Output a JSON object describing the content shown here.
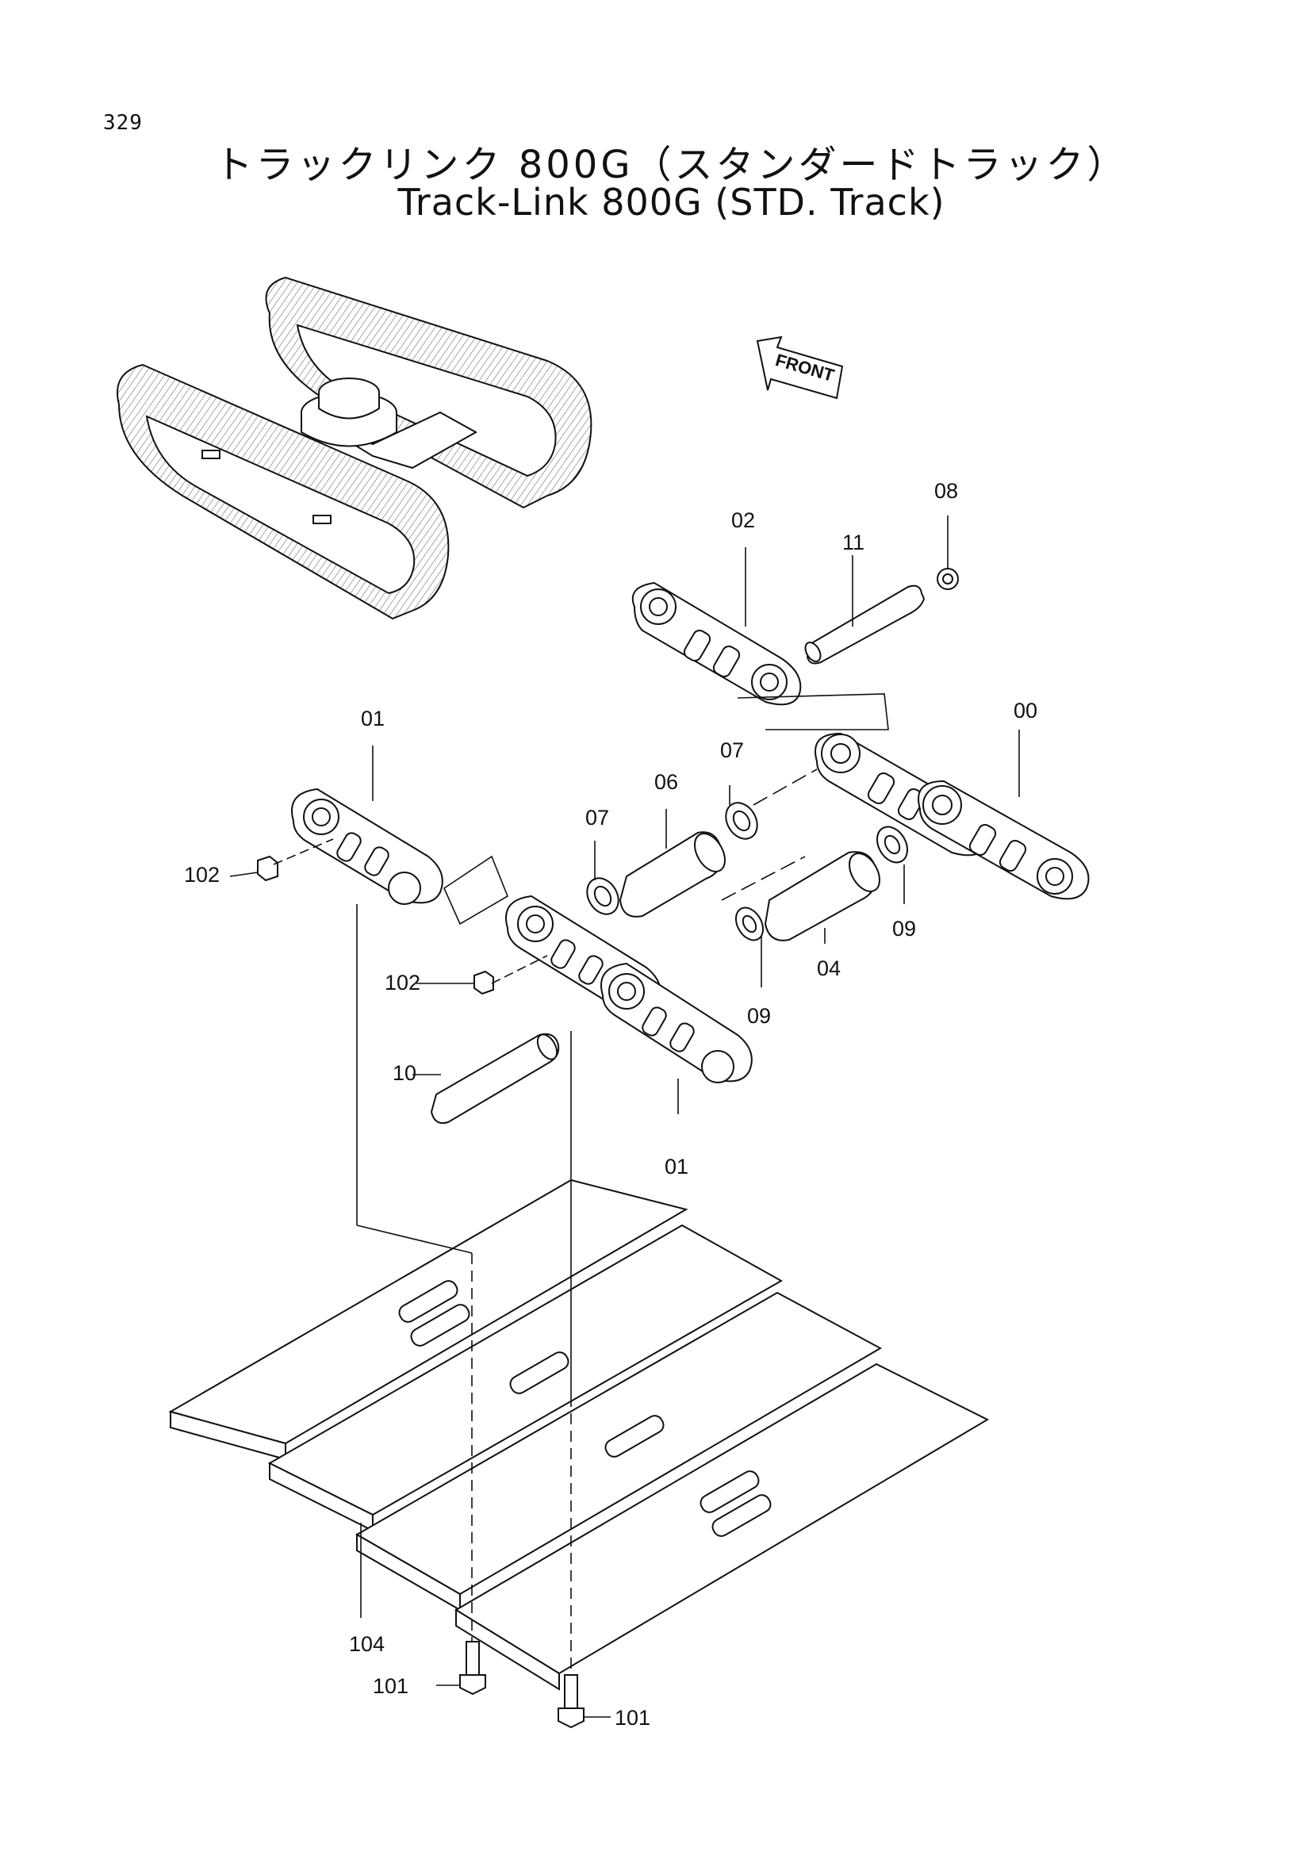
{
  "header": {
    "page_number": "329",
    "title_ja": "トラックリンク 800G（スタンダードトラック）",
    "title_en": "Track-Link 800G (STD. Track)"
  },
  "direction_arrow": {
    "label": "FRONT"
  },
  "callouts": {
    "c00": "00",
    "c01_top": "01",
    "c01_bottom": "01",
    "c02": "02",
    "c04": "04",
    "c06": "06",
    "c07_left": "07",
    "c07_right": "07",
    "c08": "08",
    "c09_left": "09",
    "c09_right": "09",
    "c10": "10",
    "c11": "11",
    "c101_left": "101",
    "c101_right": "101",
    "c102_top": "102",
    "c102_bottom": "102",
    "c104": "104"
  }
}
